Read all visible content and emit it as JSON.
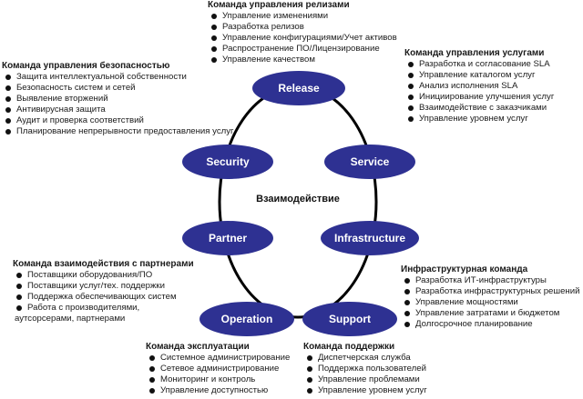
{
  "center_label": "Взаимодействие",
  "nodes": {
    "release": "Release",
    "service": "Service",
    "security": "Security",
    "partner": "Partner",
    "infrastructure": "Infrastructure",
    "operation": "Operation",
    "support": "Support"
  },
  "colors": {
    "node_fill": "#2e3192",
    "ring_stroke": "#000000"
  },
  "groups": {
    "release_team": {
      "title": "Команда управления релизами",
      "items": [
        "Управление изменениями",
        "Разработка релизов",
        "Управление конфигурациями/Учет активов",
        "Распространение ПО/Лицензирование",
        "Управление качеством"
      ]
    },
    "service_team": {
      "title": "Команда управления услугами",
      "items": [
        "Разработка и согласование SLA",
        "Управление каталогом услуг",
        "Анализ исполнения SLA",
        "Инициирование улучшения услуг",
        "Взаимодействие с заказчиками",
        "Управление уровнем услуг"
      ]
    },
    "security_team": {
      "title": "Команда управления безопасностью",
      "items": [
        "Защита интеллектуальной собственности",
        "Безопасность систем и сетей",
        "Выявление вторжений",
        "Антивирусная защита",
        "Аудит и проверка соответствий",
        "Планирование непрерывности предоставления услуг"
      ]
    },
    "partner_team": {
      "title": "Команда взаимодействия с партнерами",
      "items": [
        "Поставщики оборудования/ПО",
        "Поставщики услуг/тех. поддержки",
        "Поддержка обеспечивающих систем",
        "Работа с производителями,"
      ],
      "item_continuation": "аутсорсерами, партнерами"
    },
    "infrastructure_team": {
      "title": "Инфраструктурная команда",
      "items": [
        "Разработка ИТ-инфраструктуры",
        "Разработка инфраструктурных решений",
        "Управление мощностями",
        "Управление затратами и бюджетом",
        "Долгосрочное планирование"
      ]
    },
    "operation_team": {
      "title": "Команда эксплуатации",
      "items": [
        "Системное администрирование",
        "Сетевое администрирование",
        "Мониторинг и контроль",
        "Управление доступностью"
      ]
    },
    "support_team": {
      "title": "Команда поддержки",
      "items": [
        "Диспетчерская служба",
        "Поддержка пользователей",
        "Управление проблемами",
        "Управление уровнем услуг"
      ]
    }
  }
}
